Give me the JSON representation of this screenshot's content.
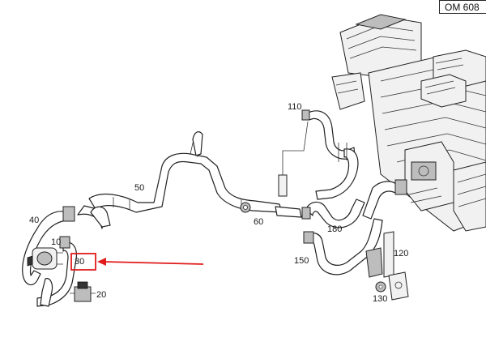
{
  "diagram": {
    "code": "OM 608",
    "parts": [
      {
        "id": "p10",
        "label": "10"
      },
      {
        "id": "p20",
        "label": "20"
      },
      {
        "id": "p30",
        "label": "30"
      },
      {
        "id": "p40",
        "label": "40"
      },
      {
        "id": "p50",
        "label": "50"
      },
      {
        "id": "p60",
        "label": "60"
      },
      {
        "id": "p110",
        "label": "110"
      },
      {
        "id": "p120",
        "label": "120"
      },
      {
        "id": "p130",
        "label": "130"
      },
      {
        "id": "p150",
        "label": "150"
      },
      {
        "id": "p180",
        "label": "180"
      }
    ],
    "highlight": {
      "part": "30",
      "color": "#e01b1b"
    },
    "line_color": "#222222"
  }
}
